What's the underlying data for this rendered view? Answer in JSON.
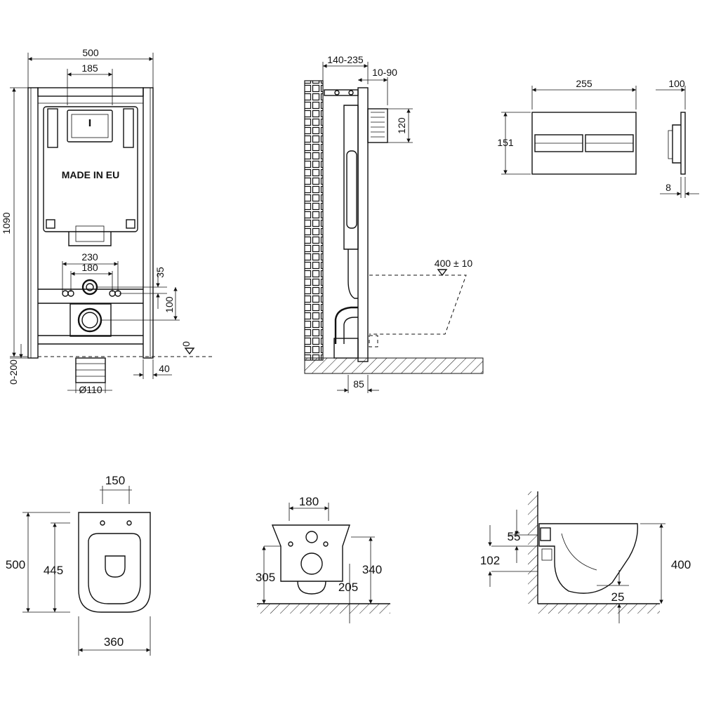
{
  "front_view": {
    "label_width": "500",
    "label_cistern_width": "185",
    "label_height": "1090",
    "label_made_in": "MADE IN EU",
    "label_bolt_outer": "230",
    "label_bolt_inner": "180",
    "label_35": "35",
    "label_100": "100",
    "label_zero": "0",
    "label_40": "40",
    "label_adjust": "0-200",
    "label_pipe": "Ø110"
  },
  "side_view": {
    "label_depth": "140-235",
    "label_wall": "10-90",
    "label_120": "120",
    "label_bowl_height": "400 ± 10",
    "label_85": "85"
  },
  "flush_plate": {
    "label_width": "255",
    "label_height": "151",
    "label_depth": "100",
    "label_thickness": "8"
  },
  "bowl_top": {
    "label_150": "150",
    "label_500": "500",
    "label_445": "445",
    "label_360": "360"
  },
  "bowl_front": {
    "label_180": "180",
    "label_305": "305",
    "label_340": "340",
    "label_205": "205"
  },
  "bowl_side": {
    "label_55": "55",
    "label_102": "102",
    "label_400": "400",
    "label_25": "25"
  }
}
